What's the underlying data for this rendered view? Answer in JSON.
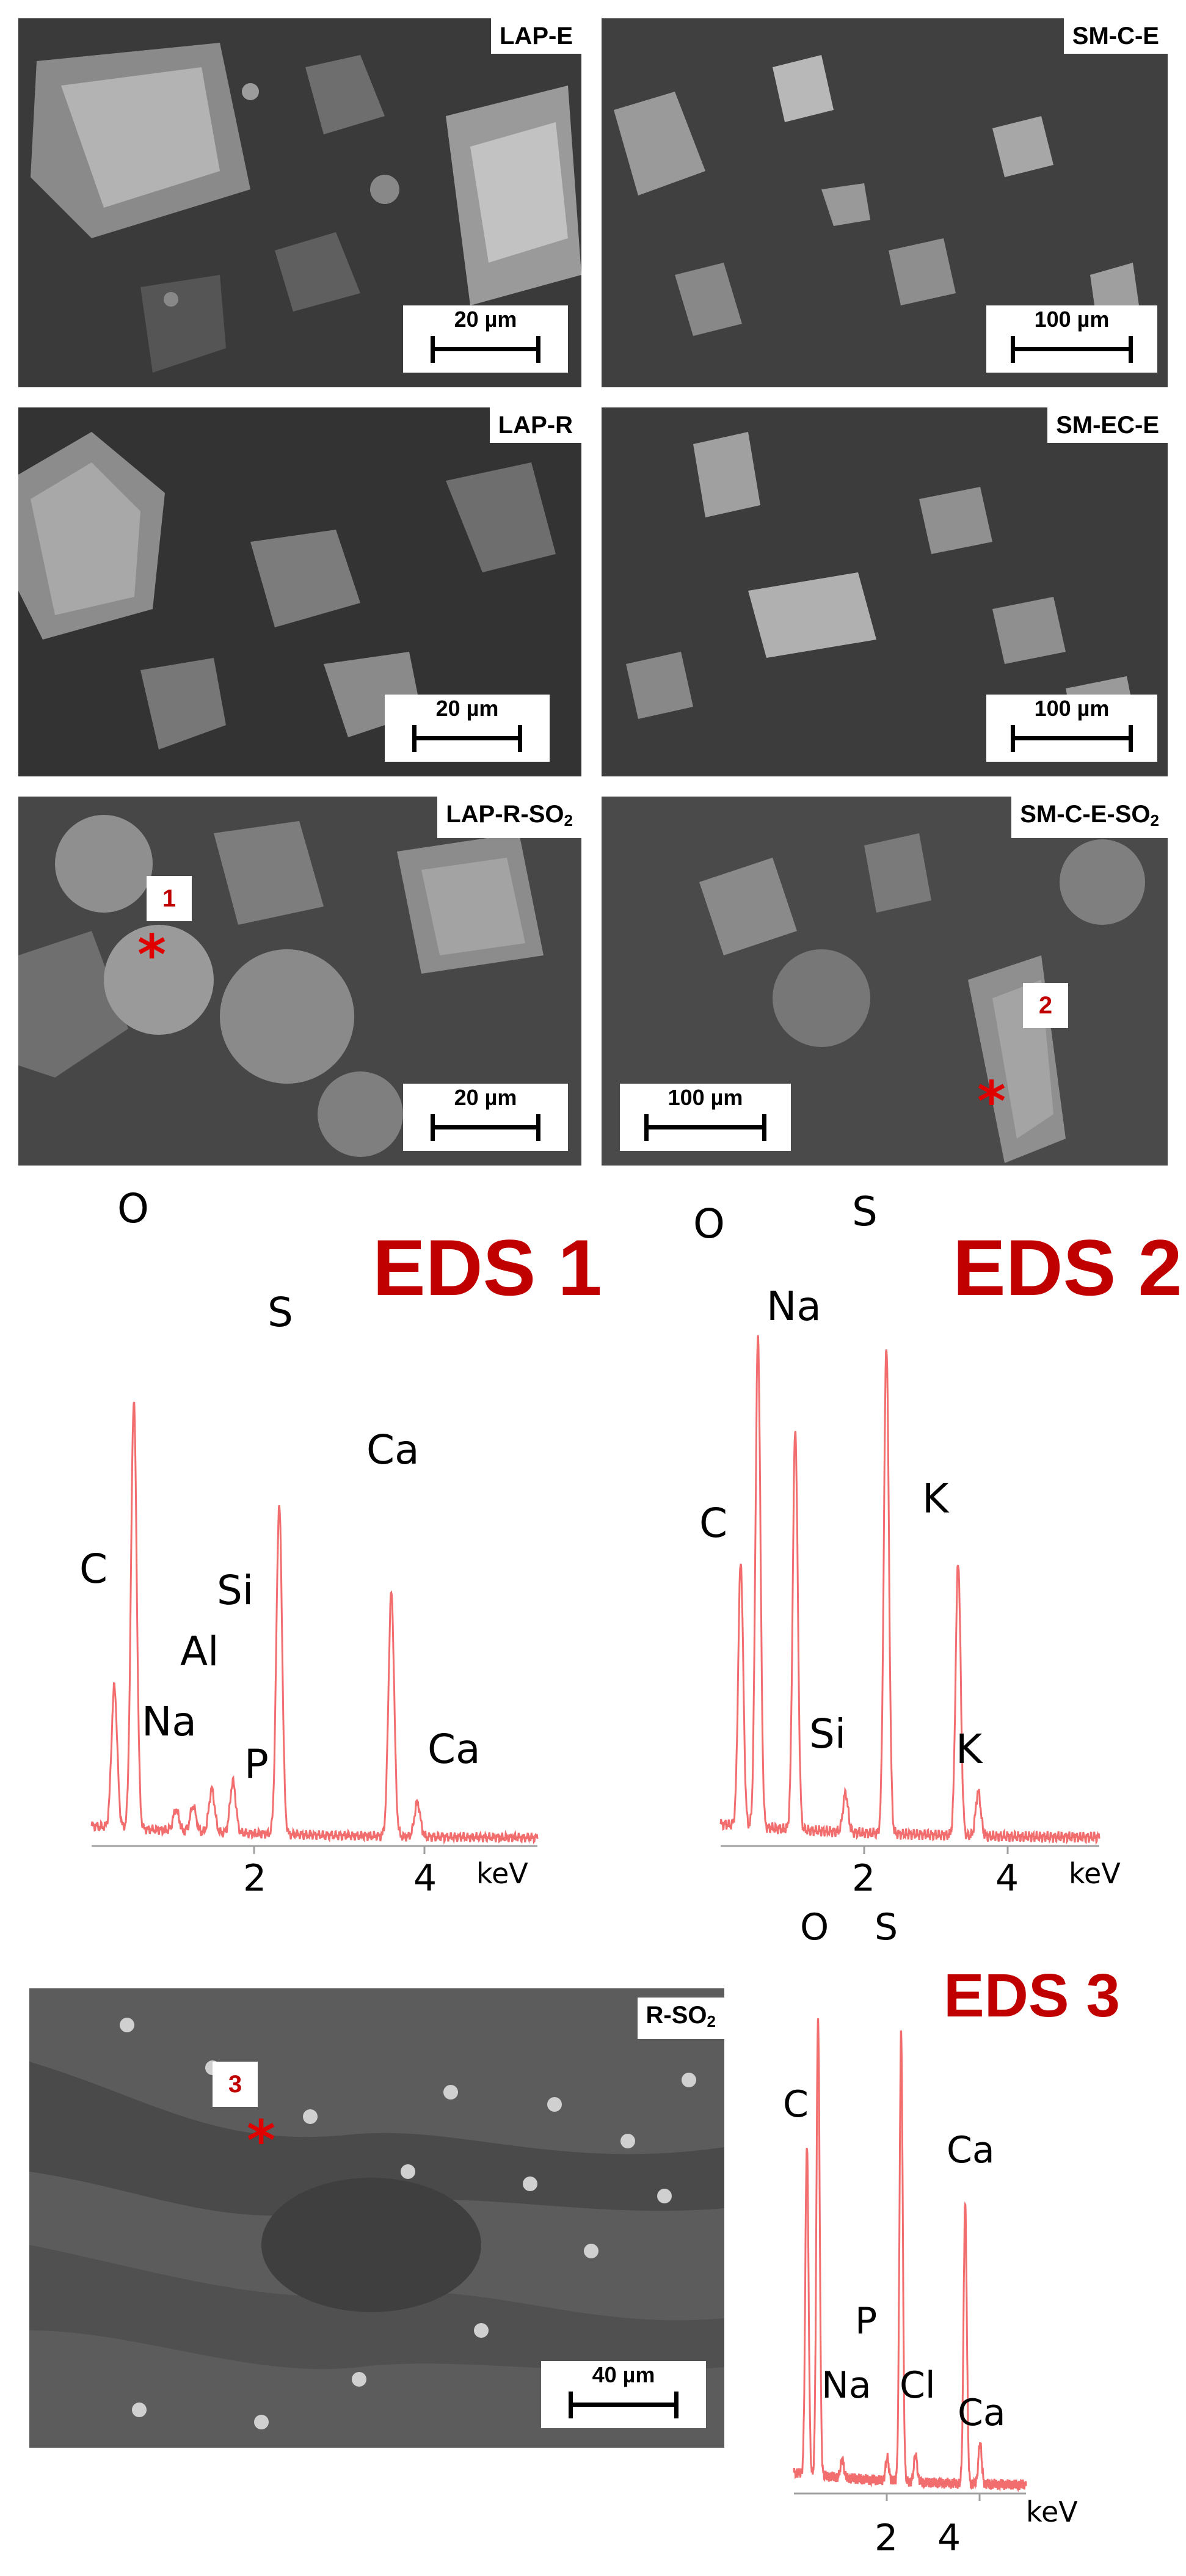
{
  "sem_panels": [
    {
      "label": "LAP-E",
      "scale": "20 µm"
    },
    {
      "label": "SM-C-E",
      "scale": "100 µm"
    },
    {
      "label": "LAP-R",
      "scale": "20 µm"
    },
    {
      "label": "SM-EC-E",
      "scale": "100 µm"
    },
    {
      "label_main": "LAP-R-SO",
      "label_sub": "2",
      "scale": "20 µm",
      "point": "1"
    },
    {
      "label_main": "SM-C-E-SO",
      "label_sub": "2",
      "scale": "100 µm",
      "point": "2"
    },
    {
      "label_main": "R-SO",
      "label_sub": "2",
      "scale": "40 µm",
      "point": "3"
    }
  ],
  "marker": "*",
  "eds": [
    {
      "title": "EDS 1",
      "elements": [
        "O",
        "S",
        "Ca",
        "C",
        "Si",
        "Al",
        "Na",
        "P",
        "Ca"
      ],
      "ticks": [
        "2",
        "4"
      ],
      "unit": "keV",
      "peaks": [
        [
          0.28,
          0.33
        ],
        [
          0.52,
          1.0
        ],
        [
          1.04,
          0.05
        ],
        [
          1.25,
          0.06
        ],
        [
          1.48,
          0.1
        ],
        [
          1.74,
          0.12
        ],
        [
          2.31,
          0.77
        ],
        [
          3.69,
          0.57
        ],
        [
          4.01,
          0.08
        ]
      ]
    },
    {
      "title": "EDS 2",
      "elements": [
        "O",
        "S",
        "Na",
        "C",
        "K",
        "Si",
        "K"
      ],
      "ticks": [
        "2",
        "4"
      ],
      "unit": "keV",
      "peaks": [
        [
          0.28,
          0.54
        ],
        [
          0.52,
          1.0
        ],
        [
          1.04,
          0.82
        ],
        [
          1.74,
          0.08
        ],
        [
          2.31,
          1.0
        ],
        [
          3.31,
          0.56
        ],
        [
          3.59,
          0.09
        ]
      ]
    },
    {
      "title": "EDS 3",
      "elements": [
        "O",
        "S",
        "C",
        "Ca",
        "P",
        "Na",
        "Cl",
        "Ca"
      ],
      "ticks": [
        "2",
        "4"
      ],
      "unit": "keV",
      "peaks": [
        [
          0.28,
          0.72
        ],
        [
          0.52,
          1.0
        ],
        [
          1.04,
          0.04
        ],
        [
          2.01,
          0.05
        ],
        [
          2.31,
          0.98
        ],
        [
          2.62,
          0.06
        ],
        [
          3.69,
          0.61
        ],
        [
          4.01,
          0.09
        ]
      ]
    }
  ],
  "colors": {
    "spectrum": "#f26d6d",
    "accent": "#c00000",
    "marker": "#e00000"
  }
}
